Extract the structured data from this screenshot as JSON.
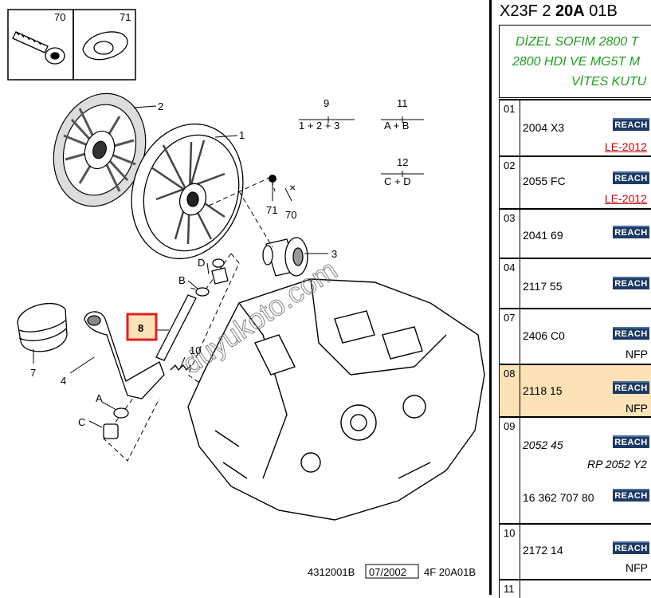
{
  "diagram": {
    "callouts": [
      "70",
      "71",
      "2",
      "1",
      "9",
      "1 + 2 + 3",
      "11",
      "A + B",
      "12",
      "C + D",
      "71",
      "70",
      "3",
      "D",
      "B",
      "8",
      "10",
      "7",
      "4",
      "A",
      "C"
    ],
    "watermark": "duyukoto.com",
    "footer": {
      "code": "4312001B",
      "date": "07/2002",
      "ref": "4F 20A01B"
    },
    "highlight_callout": "8"
  },
  "panel": {
    "code_prefix": "X23F 2 ",
    "code_bold": "20A",
    "code_suffix": " 01B",
    "description": [
      "DİZEL SOFIM 2800 T",
      "2800 HDI VE MG5T M",
      "VİTES KUTU"
    ],
    "badge_label": "REACH",
    "rows": [
      {
        "num": "01",
        "ref": "2004 X3",
        "badge": true,
        "note": "LE-2012",
        "nfp": ""
      },
      {
        "num": "02",
        "ref": "2055 FC",
        "badge": true,
        "note": "LE-2012",
        "nfp": ""
      },
      {
        "num": "03",
        "ref": "2041 69",
        "badge": true,
        "note": "",
        "nfp": ""
      },
      {
        "num": "04",
        "ref": "2117 55",
        "badge": true,
        "note": "",
        "nfp": ""
      },
      {
        "num": "07",
        "ref": "2406 C0",
        "badge": true,
        "note": "",
        "nfp": "NFP"
      },
      {
        "num": "08",
        "ref": "2118 15",
        "badge": true,
        "note": "",
        "nfp": "NFP",
        "highlight": true
      },
      {
        "num": "09",
        "ref": "2052 45",
        "badge": true,
        "rp": "RP 2052 Y2",
        "ref2": "16 362 707 80",
        "badge2": true
      },
      {
        "num": "10",
        "ref": "2172 14",
        "badge": true,
        "note": "",
        "nfp": "NFP"
      },
      {
        "num": "11",
        "ref": "",
        "badge": false,
        "note": "",
        "nfp": ""
      }
    ]
  }
}
